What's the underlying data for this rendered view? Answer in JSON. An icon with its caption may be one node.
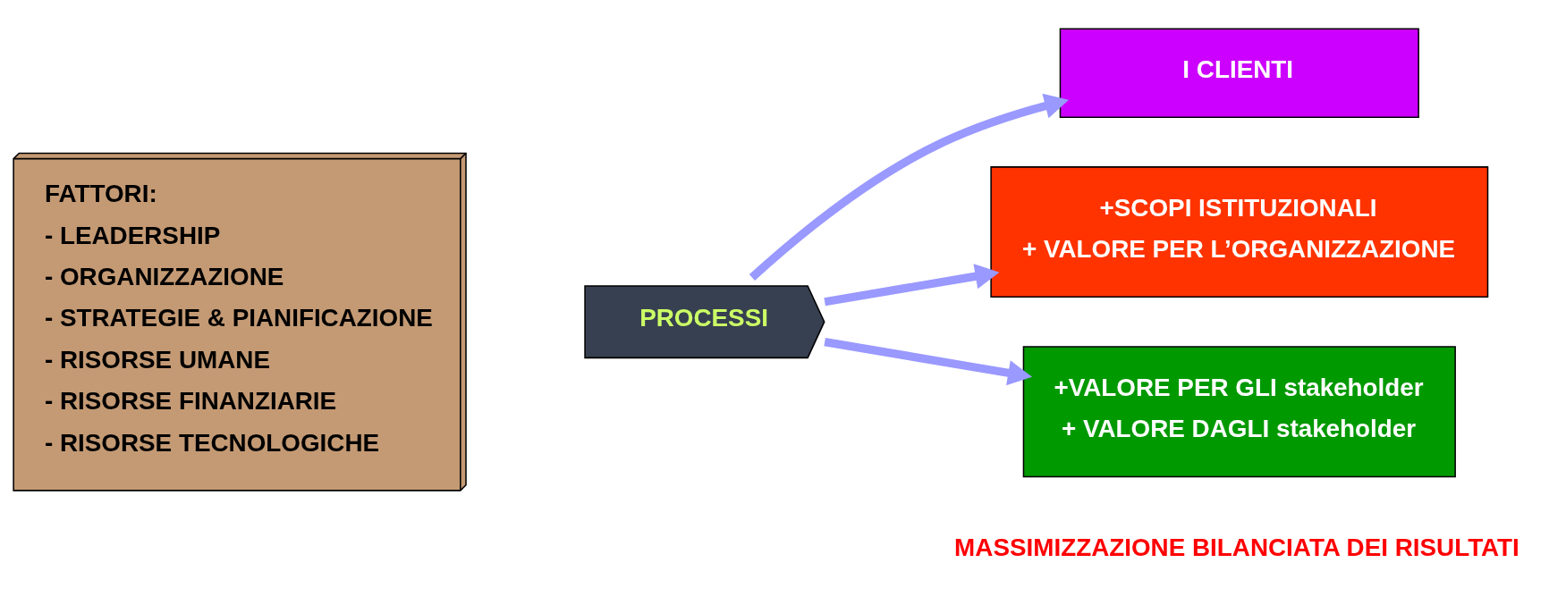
{
  "diagram": {
    "nodes": [
      {
        "text": [
          "FATTORI:",
          "- LEADERSHIP",
          "- ORGANIZZAZIONE",
          "- STRATEGIE & PIANIFICAZIONE",
          "- RISORSE UMANE",
          "- RISORSE FINANZIARIE",
          "- RISORSE TECNOLOGICHE"
        ]
      },
      {
        "text": [
          "PROCESSI"
        ]
      },
      {
        "text": [
          "I CLIENTI"
        ]
      },
      {
        "text": [
          "+SCOPI ISTITUZIONALI",
          "+ VALORE PER L’ORGANIZZAZIONE"
        ]
      },
      {
        "text": [
          "+VALORE PER GLI stakeholder",
          "+ VALORE DAGLI stakeholder"
        ]
      }
    ],
    "edges": [
      {
        "from": 1,
        "to": 2,
        "arrow": "to"
      },
      {
        "from": 1,
        "to": 3,
        "arrow": "to"
      },
      {
        "from": 1,
        "to": 4,
        "arrow": "to"
      }
    ],
    "labels": [
      "MASSIMIZZAZIONE BILANCIATA DEI RISULTATI"
    ]
  }
}
